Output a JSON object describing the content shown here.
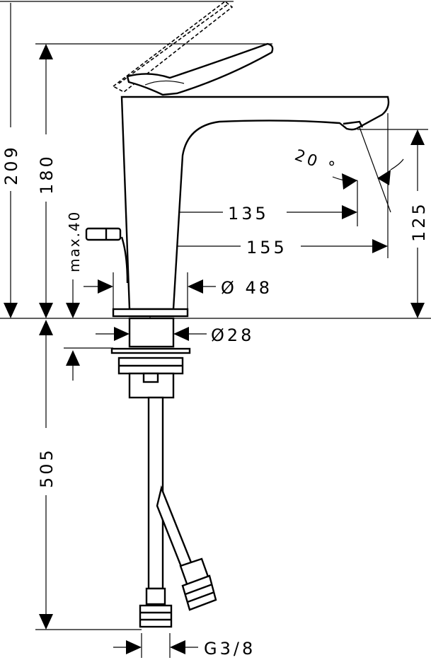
{
  "drawing": {
    "dimensions": {
      "total_height": "209",
      "spout_height": "180",
      "max_deck": "max.40",
      "reach_inner": "135",
      "reach_outer": "155",
      "spout_angle": "20 °",
      "outlet_height": "125",
      "base_diameter": "Ø 48",
      "hole_diameter": "Ø28",
      "hose_length": "505",
      "thread": "G3/8"
    }
  }
}
